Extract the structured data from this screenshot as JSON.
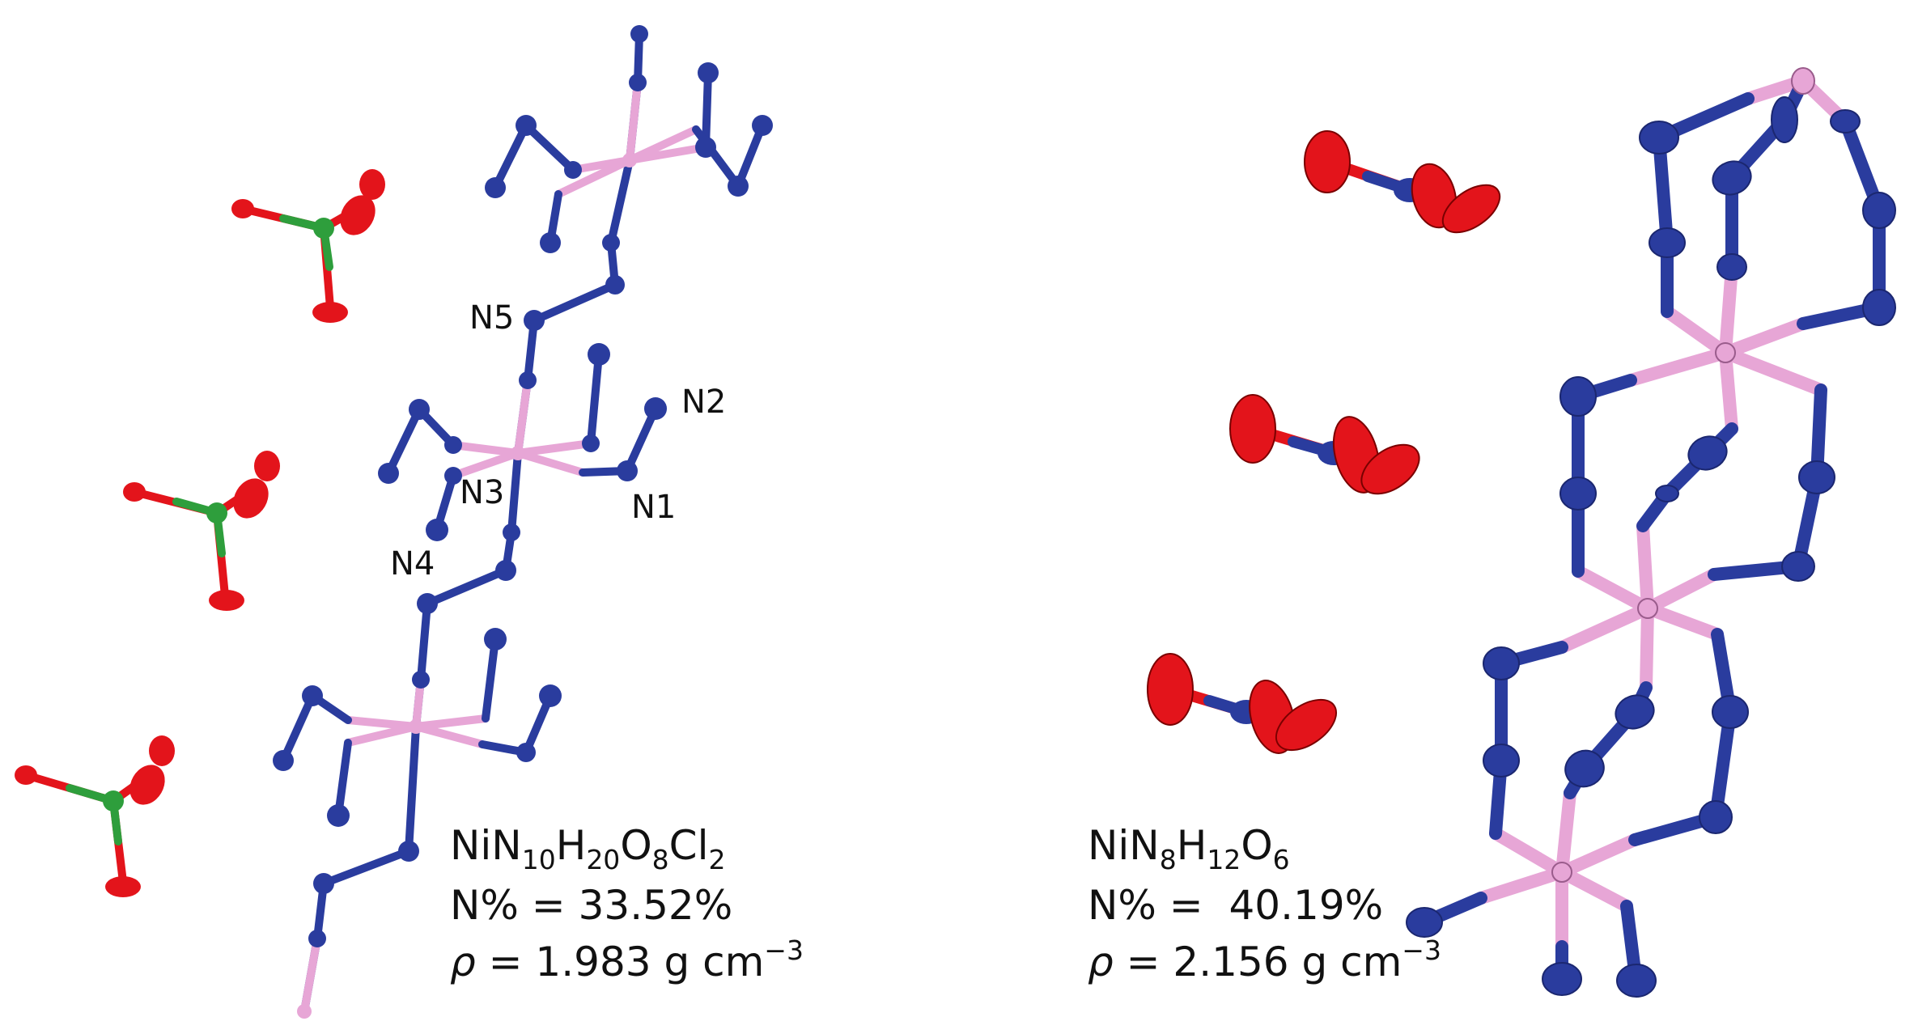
{
  "colors": {
    "nitrogen": "#2A3C9E",
    "nitrogen_dark": "#1B2770",
    "nickel": "#E7A6D6",
    "oxygen": "#E3141B",
    "chlorine": "#2E9E3C",
    "text": "#111111"
  },
  "left_structure": {
    "atom_labels": {
      "n1": "N1",
      "n2": "N2",
      "n3": "N3",
      "n4": "N4",
      "n5": "N5"
    },
    "formula": {
      "base": "NiN",
      "n_sub": "10",
      "h": "H",
      "h_sub": "20",
      "o": "O",
      "o_sub": "8",
      "cl": "Cl",
      "cl_sub": "2"
    },
    "nitrogen_line": "N% = 33.52%",
    "density": {
      "symbol": "ρ",
      "text": " = 1.983 g cm",
      "exponent": "−3"
    }
  },
  "right_structure": {
    "formula": {
      "base": "NiN",
      "n_sub": "8",
      "h": "H",
      "h_sub": "12",
      "o": "O",
      "o_sub": "6"
    },
    "nitrogen_line": "N% =  40.19%",
    "density": {
      "symbol": "ρ",
      "text": " = 2.156 g cm",
      "exponent": "−3"
    }
  }
}
